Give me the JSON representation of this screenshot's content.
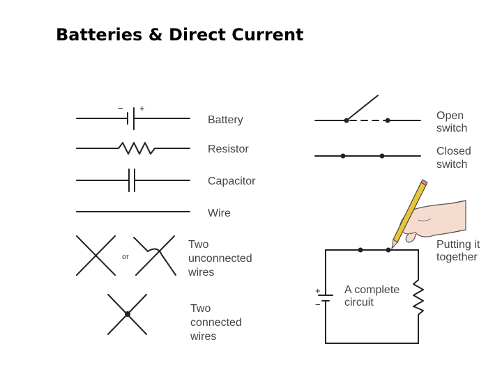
{
  "title": "Batteries & Direct Current",
  "symbols": {
    "battery": {
      "label": "Battery",
      "minus": "−",
      "plus": "+"
    },
    "resistor": {
      "label": "Resistor"
    },
    "capacitor": {
      "label": "Capacitor"
    },
    "wire": {
      "label": "Wire"
    },
    "unconnected": {
      "or": "or",
      "label_lines": [
        "Two",
        "unconnected",
        "wires"
      ]
    },
    "connected": {
      "label_lines": [
        "Two",
        "connected",
        "wires"
      ]
    }
  },
  "switches": {
    "open": {
      "label_lines": [
        "Open",
        "switch"
      ]
    },
    "closed": {
      "label_lines": [
        "Closed",
        "switch"
      ]
    }
  },
  "circuit": {
    "together_lines": [
      "Putting it",
      "together"
    ],
    "complete_lines": [
      "A complete",
      "circuit"
    ],
    "plus": "+",
    "minus": "−"
  },
  "icons": [
    "pencil-icon",
    "hand-icon"
  ],
  "colors": {
    "line": "#222222",
    "label": "#444444",
    "pencil": "#e8c63a",
    "skin": "#f6dccf"
  }
}
